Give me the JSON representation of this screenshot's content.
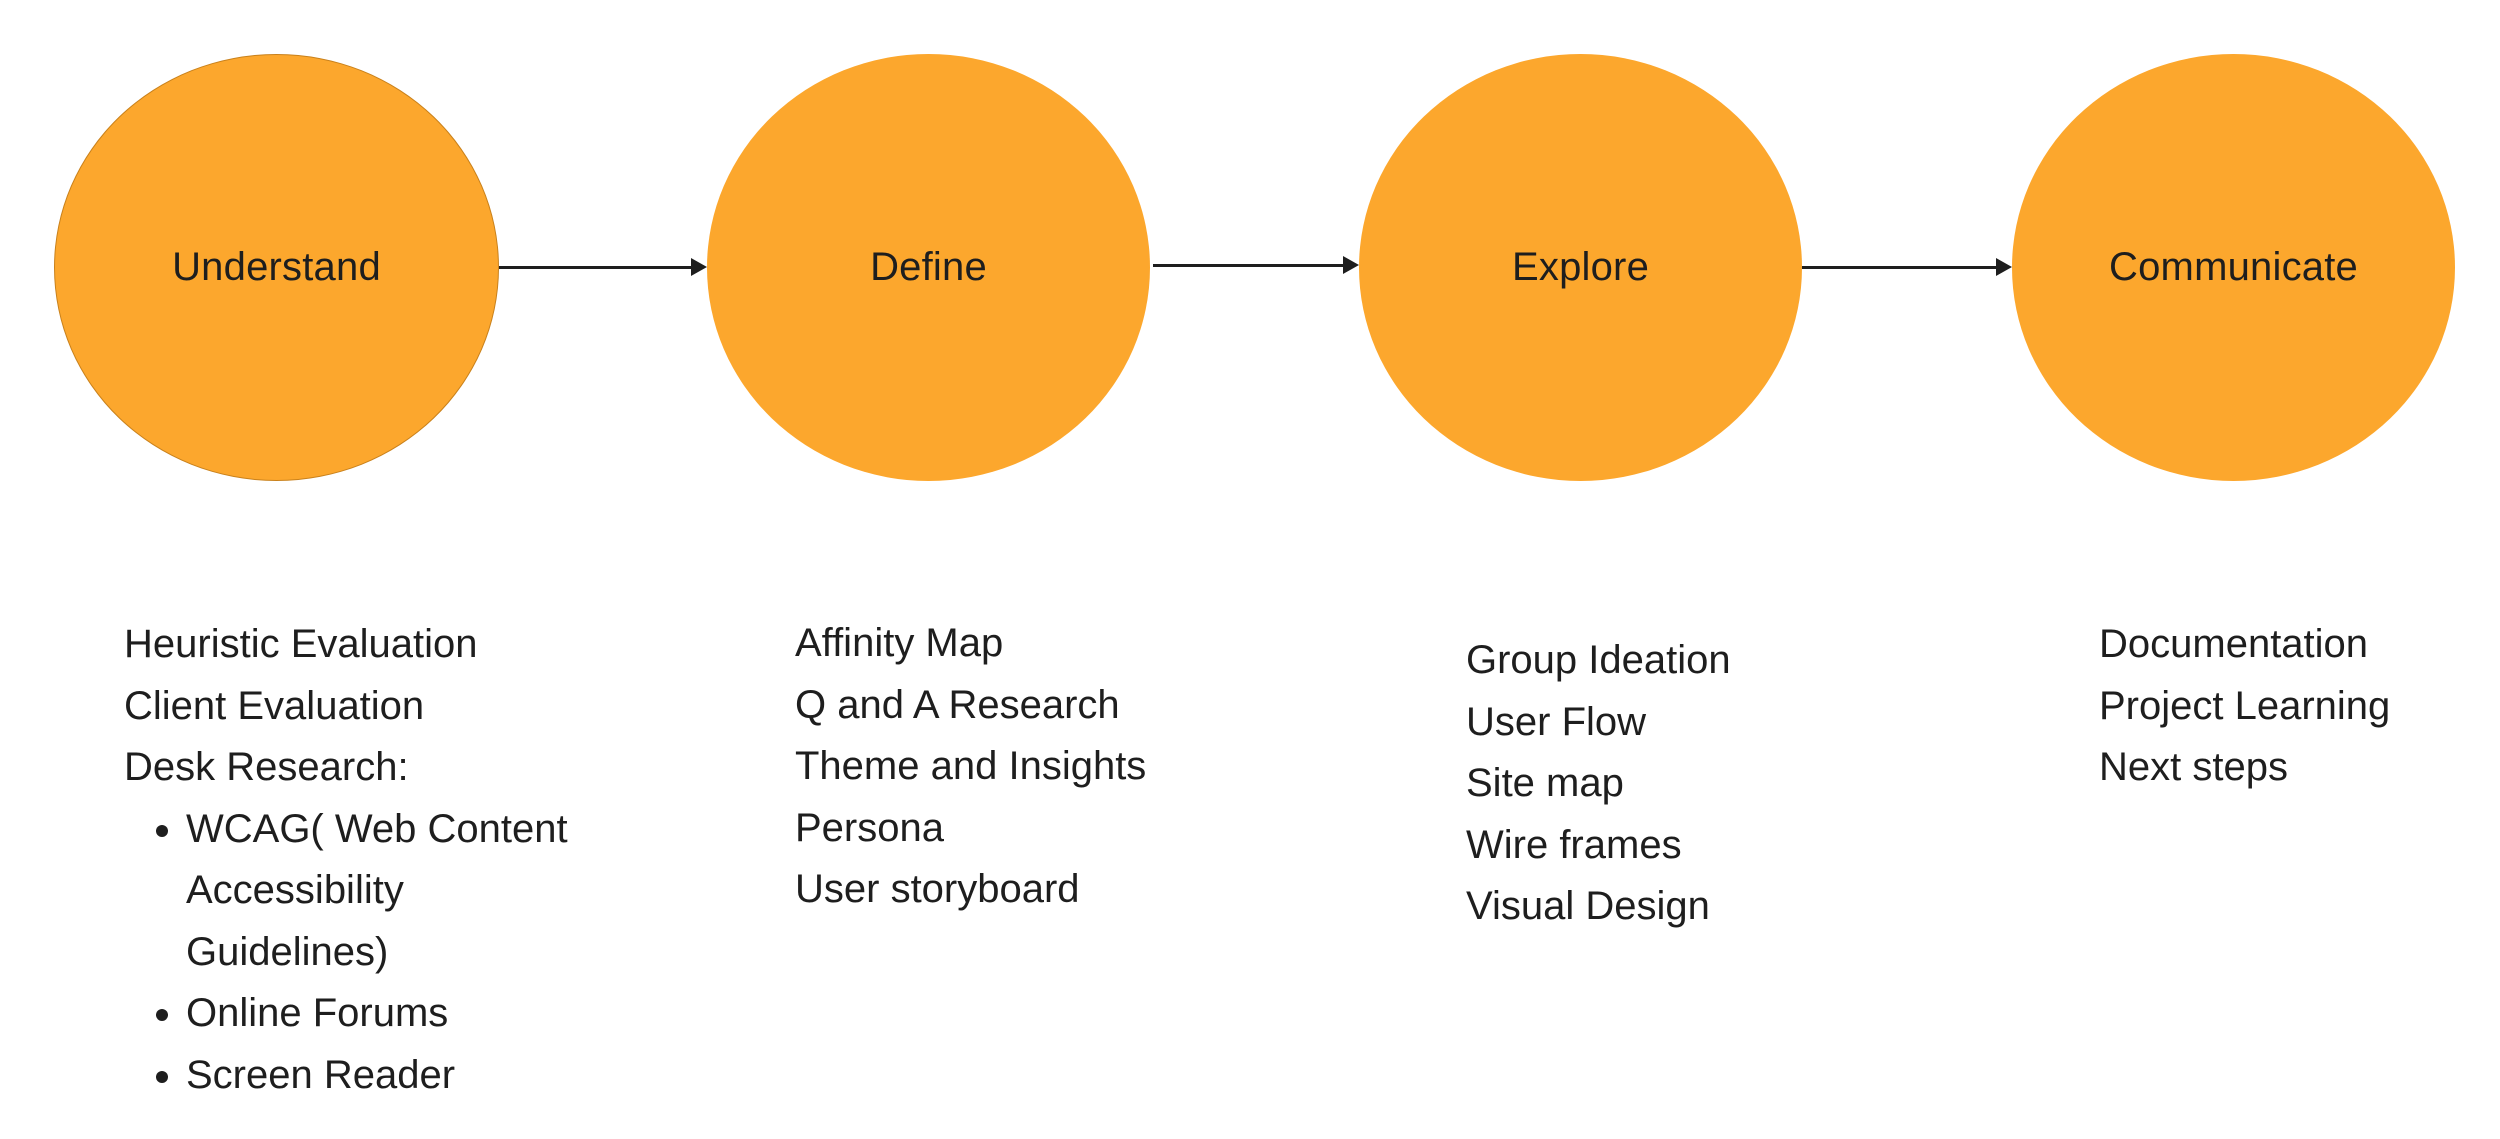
{
  "stages": [
    {
      "label": "Understand",
      "color": "#fca72d",
      "items": [
        "Heuristic Evaluation",
        "Client Evaluation",
        "Desk Research:"
      ],
      "bullets": [
        "WCAG( Web Content",
        "Accessibility",
        "Guidelines)",
        "Online Forums",
        "Screen Reader"
      ]
    },
    {
      "label": "Define",
      "color": "#fca72d",
      "items": [
        "Affinity Map",
        "Q and A Research",
        "Theme and Insights",
        "Persona",
        "User storyboard"
      ]
    },
    {
      "label": "Explore",
      "color": "#fca72d",
      "items": [
        "Group Ideation",
        "User Flow",
        "Site map",
        "Wire frames",
        "Visual Design"
      ]
    },
    {
      "label": "Communicate",
      "color": "#fca72d",
      "items": [
        "Documentation",
        "Project Learning",
        "Next steps"
      ]
    }
  ],
  "colors": {
    "circle_fill": "#fca72d",
    "circle_border": "#d88a1a",
    "text": "#1e1e1e",
    "arrow": "#1e1e1e"
  }
}
